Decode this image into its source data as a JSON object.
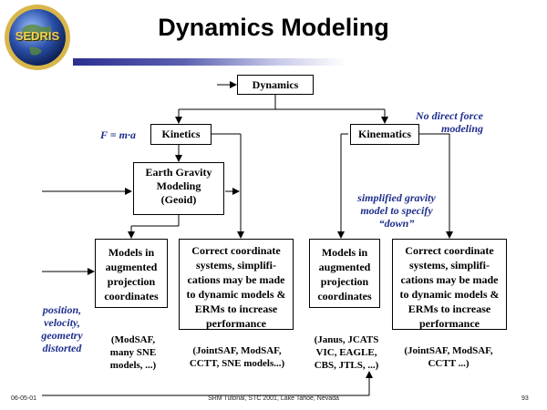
{
  "logo": {
    "text": "SEDRIS",
    "icon": "globe-logo-icon"
  },
  "title": "Dynamics Modeling",
  "boxes": {
    "dynamics": "Dynamics",
    "kinetics": "Kinetics",
    "kinematics": "Kinematics",
    "earth_gravity": "Earth Gravity Modeling (Geoid)",
    "models_left": "Models in augmented projection coordinates",
    "correct_left": "Correct coordinate systems, simplifi-cations may be made to dynamic models & ERMs to increase performance",
    "models_right": "Models in augmented projection coordinates",
    "correct_right": "Correct coordinate systems, simplifi-cations may be made to dynamic models & ERMs to increase performance"
  },
  "notes": {
    "formula": "F = m·a",
    "no_direct_force": "No direct force modeling",
    "simplified_gravity": "simplified gravity model to specify “down”",
    "position_distorted": "position, velocity, geometry distorted"
  },
  "labels": {
    "modsaf": "(ModSAF, many SNE models, ...)",
    "jointsaf_left": "(JointSAF, ModSAF, CCTT, SNE models...)",
    "janus": "(Janus, JCATS VIC, EAGLE, CBS, JTLS, ...)",
    "jointsaf_right": "(JointSAF, ModSAF, CCTT ...)"
  },
  "footer": {
    "date": "06-05-01",
    "center": "SRM Tutorial, STC 2001, Lake Tahoe, Nevada",
    "page": "93"
  },
  "colors": {
    "accent": "#1f2f8c",
    "bar_dark": "#2b2f8f",
    "bar_light": "#ffffff"
  }
}
